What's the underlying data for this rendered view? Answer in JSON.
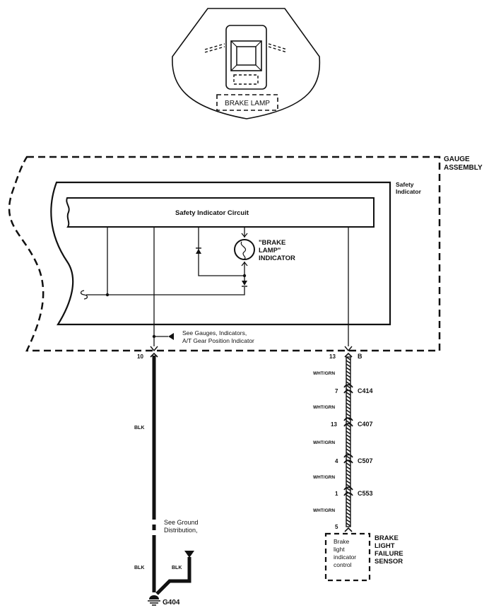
{
  "locator": {
    "label": "BRAKE LAMP"
  },
  "gauge_assembly": {
    "title_line1": "GAUGE",
    "title_line2": "ASSEMBLY"
  },
  "safety_indicator": {
    "title_line1": "Safety",
    "title_line2": "Indicator",
    "circuit_label": "Safety Indicator Circuit",
    "lamp_line1": "\"BRAKE",
    "lamp_line2": "LAMP\"",
    "lamp_line3": "INDICATOR"
  },
  "reference_note": {
    "line1": "See Gauges, Indicators,",
    "line2": "A/T Gear Position Indicator"
  },
  "ground_circuit": {
    "pin": "10",
    "wire_color_1": "BLK",
    "note_line1": "See Ground",
    "note_line2": "Distribution,",
    "wire_color_2": "BLK",
    "wire_color_3": "BLK",
    "ground_point": "G404"
  },
  "sensor_circuit": {
    "connector_top": "B",
    "pin_top": "13",
    "segments": [
      {
        "wire_color": "WHT/GRN",
        "pin": "7",
        "connector": "C414"
      },
      {
        "wire_color": "WHT/GRN",
        "pin": "13",
        "connector": "C407"
      },
      {
        "wire_color": "WHT/GRN",
        "pin": "4",
        "connector": "C507"
      },
      {
        "wire_color": "WHT/GRN",
        "pin": "1",
        "connector": "C553"
      }
    ],
    "last_wire_color": "WHT/GRN",
    "pin_bottom": "5"
  },
  "brake_light_failure_sensor": {
    "title_line1": "BRAKE",
    "title_line2": "LIGHT",
    "title_line3": "FAILURE",
    "title_line4": "SENSOR",
    "inner_line1": "Brake",
    "inner_line2": "light",
    "inner_line3": "indicator",
    "inner_line4": "control"
  }
}
